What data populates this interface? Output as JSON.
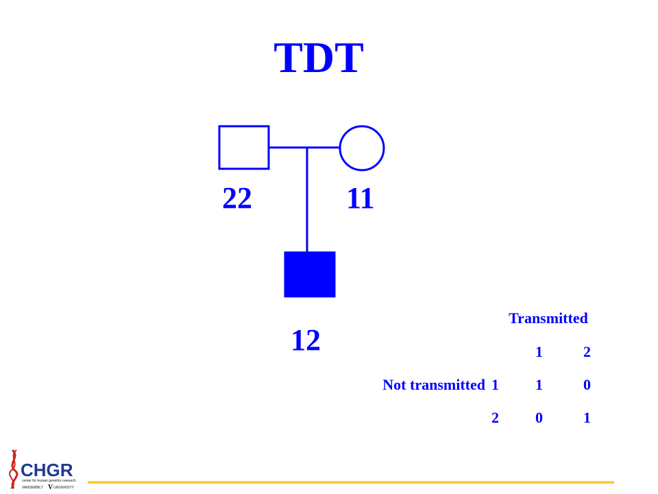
{
  "slide": {
    "title": "TDT",
    "colors": {
      "primary": "#0000ff",
      "footer_line": "#ffcc33",
      "logo_red": "#cc2222",
      "logo_blue": "#1f3a93",
      "logo_text": "#111111"
    }
  },
  "pedigree": {
    "father_genotype": "22",
    "mother_genotype": "11",
    "child_genotype": "12",
    "child_affected": true
  },
  "table": {
    "transmitted_label": "Transmitted",
    "not_transmitted_label": "Not transmitted",
    "column_headers": [
      "1",
      "2"
    ],
    "rows": [
      {
        "allele": "1",
        "values": [
          "1",
          "0"
        ]
      },
      {
        "allele": "2",
        "values": [
          "0",
          "1"
        ]
      }
    ]
  },
  "logo": {
    "name": "CHGR",
    "subtitle": "center for human genetics research",
    "university_left": "VANDERBILT",
    "university_right": "UNIVERSITY"
  }
}
